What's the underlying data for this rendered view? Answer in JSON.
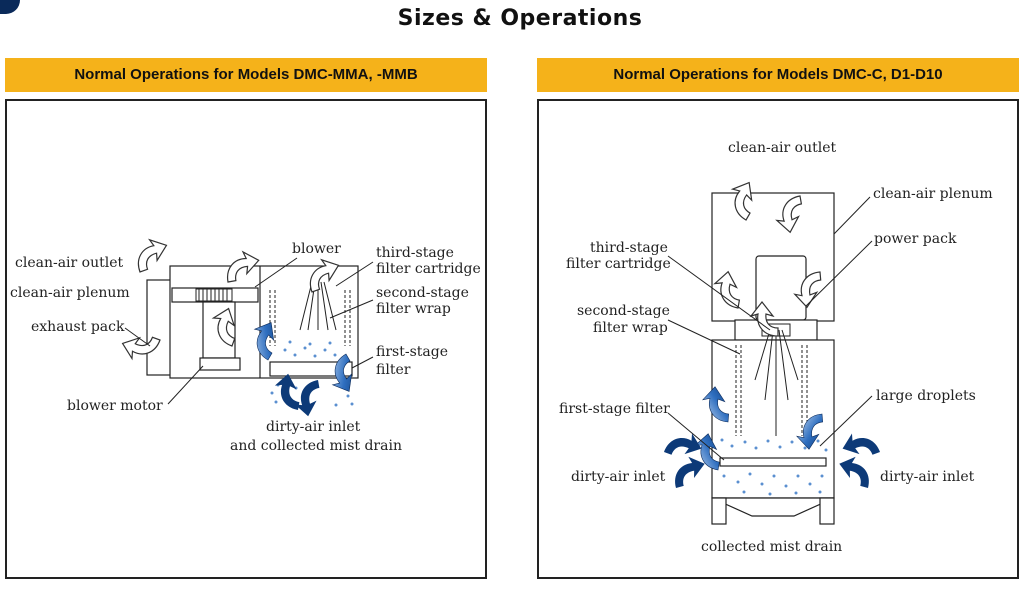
{
  "page": {
    "title": "Sizes & Operations"
  },
  "left_panel": {
    "header": "Normal Operations for Models DMC-MMA, -MMB",
    "labels": {
      "clean_air_outlet": "clean-air outlet",
      "clean_air_plenum": "clean-air plenum",
      "exhaust_pack": "exhaust pack",
      "blower_motor": "blower motor",
      "blower": "blower",
      "third_stage_line1": "third-stage",
      "third_stage_line2": "filter cartridge",
      "second_stage_line1": "second-stage",
      "second_stage_line2": "filter wrap",
      "first_stage_line1": "first-stage",
      "first_stage_line2": "filter",
      "dirty_air_line1": "dirty-air inlet",
      "dirty_air_line2": "and collected mist drain"
    }
  },
  "right_panel": {
    "header": "Normal Operations for Models DMC-C, D1-D10",
    "labels": {
      "clean_air_outlet": "clean-air outlet",
      "clean_air_plenum": "clean-air plenum",
      "power_pack": "power pack",
      "third_stage_line1": "third-stage",
      "third_stage_line2": "filter cartridge",
      "second_stage_line1": "second-stage",
      "second_stage_line2": "filter wrap",
      "large_droplets": "large droplets",
      "first_stage_filter": "first-stage filter",
      "dirty_air_inlet_left": "dirty-air inlet",
      "dirty_air_inlet_right": "dirty-air inlet",
      "collected_mist_drain": "collected mist drain"
    }
  },
  "colors": {
    "header_bg": "#f5b21a",
    "arrow_blue": "#1f5aa8",
    "droplet": "#5a8fd0"
  }
}
